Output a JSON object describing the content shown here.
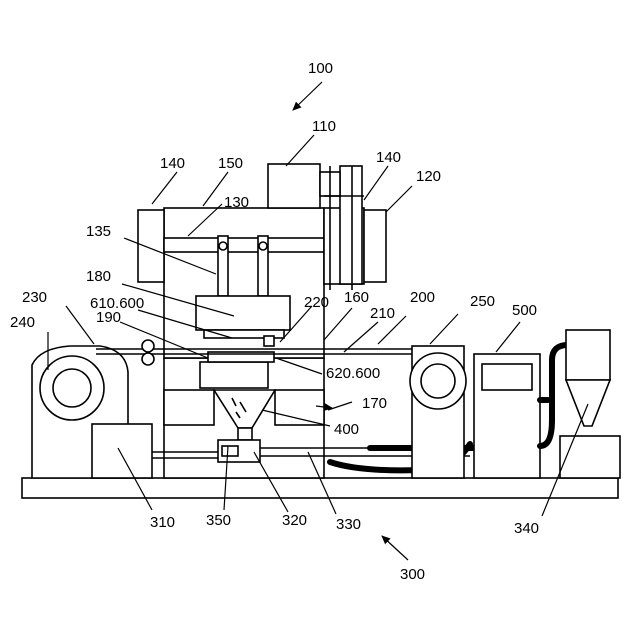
{
  "labels": {
    "l100": "100",
    "l110": "110",
    "l140a": "140",
    "l150": "150",
    "l140b": "140",
    "l120": "120",
    "l130": "130",
    "l135": "135",
    "l180": "180",
    "l230": "230",
    "l610": "610.600",
    "l220": "220",
    "l160": "160",
    "l200": "200",
    "l250": "250",
    "l500": "500",
    "l240": "240",
    "l190": "190",
    "l210": "210",
    "l620": "620.600",
    "l170": "170",
    "l400": "400",
    "l310": "310",
    "l350": "350",
    "l320": "320",
    "l330": "330",
    "l340": "340",
    "l300": "300"
  }
}
